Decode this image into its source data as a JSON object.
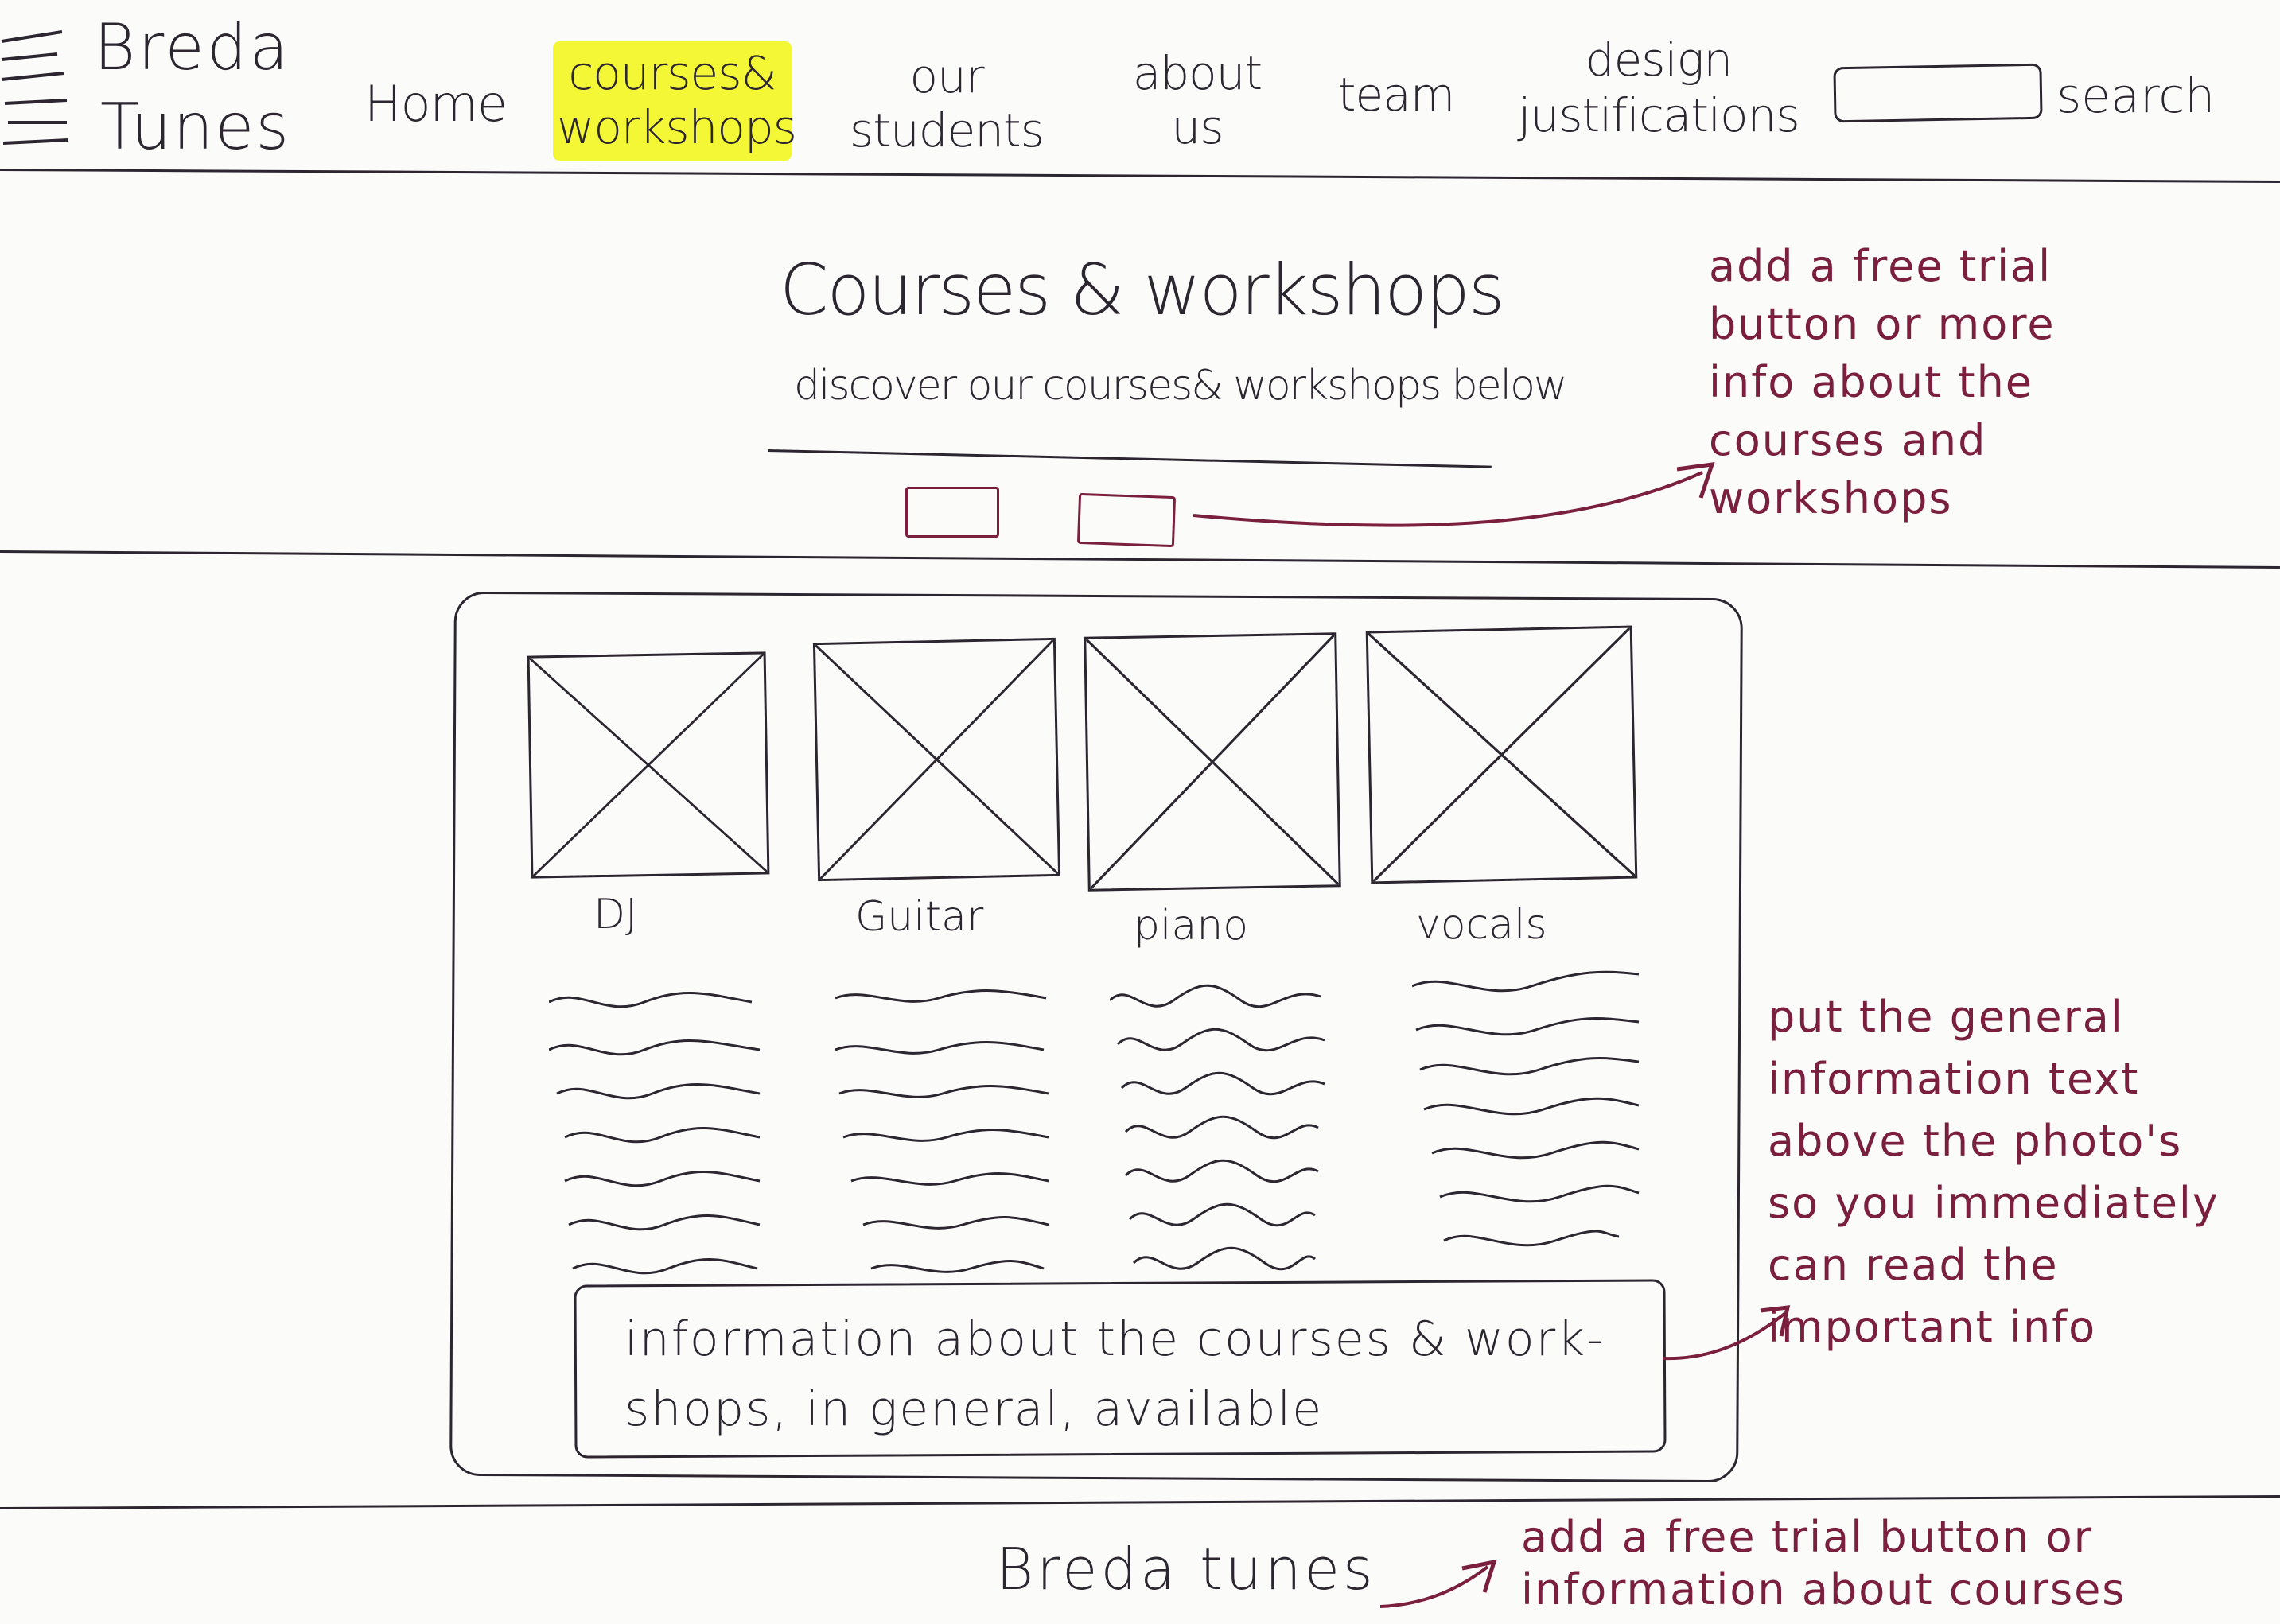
{
  "header": {
    "logo_line1": "Breda",
    "logo_line2": "Tunes",
    "nav": [
      {
        "label": "Home",
        "active": false
      },
      {
        "label": "courses&\nworkshops",
        "active": true
      },
      {
        "label": "our\nstudents",
        "active": false
      },
      {
        "label": "about\nus",
        "active": false
      },
      {
        "label": "team",
        "active": false
      },
      {
        "label": "design\njustifications",
        "active": false
      }
    ],
    "search_label": "search",
    "active_highlight_color": "#f4f736"
  },
  "hero": {
    "title": "Courses & workshops",
    "subtitle": "discover our courses& workshops below",
    "note": "add a free trial\nbutton or more\ninfo about the\ncourses and\nworkshops"
  },
  "courses": {
    "cards": [
      {
        "title": "DJ"
      },
      {
        "title": "Guitar"
      },
      {
        "title": "piano"
      },
      {
        "title": "vocals"
      }
    ],
    "info_box_text": "information about the courses & work-\nshops, in general, available",
    "note": "put the general\ninformation text\nabove the photo's\nso you immediately\ncan read the\nimportant info"
  },
  "footer": {
    "brand": "Breda tunes",
    "note": "add a free trial button or\ninformation about courses"
  },
  "colors": {
    "ink": "#2c2630",
    "annotation": "#7a1f3d"
  }
}
